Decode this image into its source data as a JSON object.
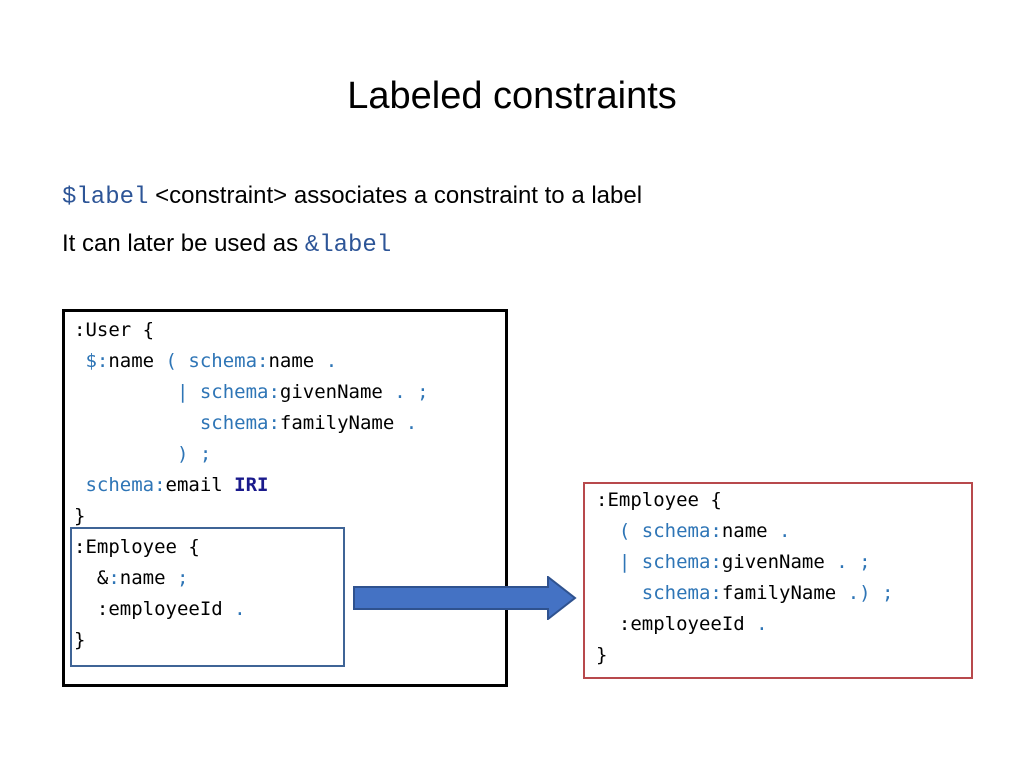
{
  "title": "Labeled constraints",
  "intro": {
    "line1_code": "$label",
    "line1_text": " <constraint> associates a constraint to a label",
    "line2_text": "It can later be used as ",
    "line2_code": "&label"
  },
  "left_code": {
    "lines": [
      [
        {
          "t": ":User {"
        }
      ],
      [
        {
          "t": " $:",
          "c": "b"
        },
        {
          "t": "name "
        },
        {
          "t": "( schema:",
          "c": "b"
        },
        {
          "t": "name "
        },
        {
          "t": ".",
          "c": "b"
        }
      ],
      [
        {
          "t": "         | schema:",
          "c": "b"
        },
        {
          "t": "givenName "
        },
        {
          "t": ". ;",
          "c": "b"
        }
      ],
      [
        {
          "t": "           schema:",
          "c": "b"
        },
        {
          "t": "familyName "
        },
        {
          "t": ".",
          "c": "b"
        }
      ],
      [
        {
          "t": "         ) ;",
          "c": "b"
        }
      ],
      [
        {
          "t": " schema:",
          "c": "b"
        },
        {
          "t": "email "
        },
        {
          "t": "IRI",
          "c": "k"
        }
      ],
      [
        {
          "t": "}"
        }
      ],
      [
        {
          "t": ":Employee {"
        }
      ],
      [
        {
          "t": "  &"
        },
        {
          "t": ":",
          "c": "b"
        },
        {
          "t": "name "
        },
        {
          "t": ";",
          "c": "b"
        }
      ],
      [
        {
          "t": "  :employeeId "
        },
        {
          "t": ".",
          "c": "b"
        }
      ],
      [
        {
          "t": "}"
        }
      ]
    ]
  },
  "right_code": {
    "lines": [
      [
        {
          "t": ":Employee {"
        }
      ],
      [
        {
          "t": "  ( schema:",
          "c": "b"
        },
        {
          "t": "name "
        },
        {
          "t": ".",
          "c": "b"
        }
      ],
      [
        {
          "t": "  | schema:",
          "c": "b"
        },
        {
          "t": "givenName "
        },
        {
          "t": ". ;",
          "c": "b"
        }
      ],
      [
        {
          "t": "    schema:",
          "c": "b"
        },
        {
          "t": "familyName "
        },
        {
          "t": ".) ;",
          "c": "b"
        }
      ],
      [
        {
          "t": "  :employeeId "
        },
        {
          "t": ".",
          "c": "b"
        }
      ],
      [
        {
          "t": "}"
        }
      ]
    ]
  },
  "colors": {
    "inline_code": "#2d5597",
    "syntax_blue": "#2e75b6",
    "keyword": "#1a1a8c",
    "left_box_border": "#000000",
    "inner_box_border": "#3f6496",
    "right_box_border": "#b8494c",
    "arrow_fill": "#4472c4",
    "arrow_stroke": "#2f528f"
  },
  "icons": {
    "arrow": "right-arrow-icon"
  }
}
